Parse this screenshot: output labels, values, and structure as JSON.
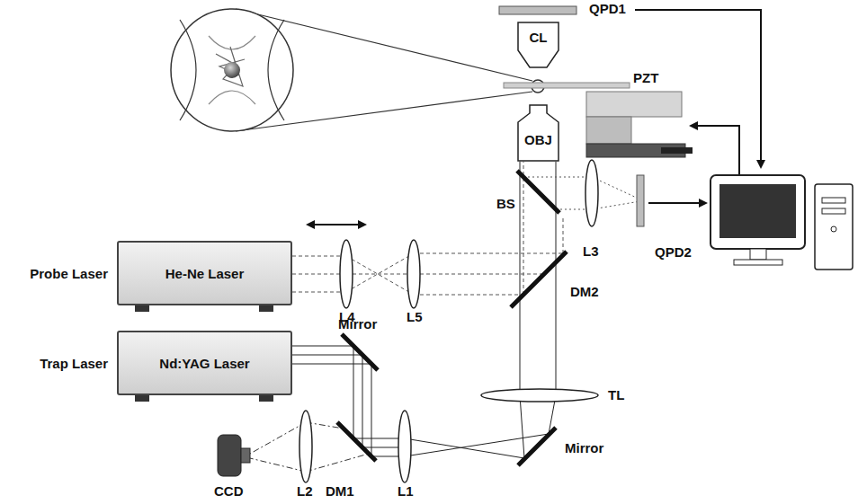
{
  "diagram": {
    "nodes": [
      {
        "text": [
          "Probe Laser",
          "He-Ne Laser"
        ]
      },
      {
        "text": [
          "Trap Laser",
          "Nd:YAG Laser"
        ]
      },
      {
        "text": [
          "CL"
        ]
      },
      {
        "text": [
          "OBJ"
        ]
      }
    ],
    "labels": [
      "QPD1",
      "PZT",
      "BS",
      "L3",
      "QPD2",
      "DM2",
      "L4",
      "L5",
      "Mirror",
      "TL",
      "Mirror",
      "CCD",
      "L2",
      "DM1",
      "L1"
    ]
  }
}
